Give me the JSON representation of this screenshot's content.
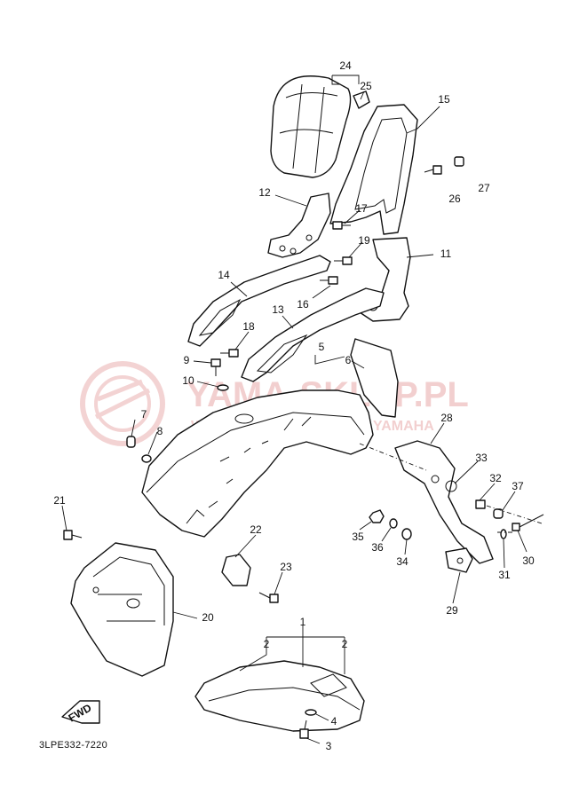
{
  "diagram": {
    "code": "3LPE332-7220",
    "fwd_label": "FWD"
  },
  "watermark": {
    "line1": "YAMA-SKLEP.PL",
    "line2": "WSZYSTKO Z CZ DEALER YAMAHA"
  },
  "callouts": [
    {
      "id": "1",
      "text": "1"
    },
    {
      "id": "2a",
      "text": "2"
    },
    {
      "id": "2b",
      "text": "2"
    },
    {
      "id": "3",
      "text": "3"
    },
    {
      "id": "4",
      "text": "4"
    },
    {
      "id": "5",
      "text": "5"
    },
    {
      "id": "6",
      "text": "6"
    },
    {
      "id": "7",
      "text": "7"
    },
    {
      "id": "8",
      "text": "8"
    },
    {
      "id": "9",
      "text": "9"
    },
    {
      "id": "10",
      "text": "10"
    },
    {
      "id": "11",
      "text": "11"
    },
    {
      "id": "12",
      "text": "12"
    },
    {
      "id": "13",
      "text": "13"
    },
    {
      "id": "14",
      "text": "14"
    },
    {
      "id": "15",
      "text": "15"
    },
    {
      "id": "16",
      "text": "16"
    },
    {
      "id": "17",
      "text": "17"
    },
    {
      "id": "18",
      "text": "18"
    },
    {
      "id": "19",
      "text": "19"
    },
    {
      "id": "20",
      "text": "20"
    },
    {
      "id": "21",
      "text": "21"
    },
    {
      "id": "22",
      "text": "22"
    },
    {
      "id": "23",
      "text": "23"
    },
    {
      "id": "24",
      "text": "24"
    },
    {
      "id": "25",
      "text": "25"
    },
    {
      "id": "26",
      "text": "26"
    },
    {
      "id": "27",
      "text": "27"
    },
    {
      "id": "28",
      "text": "28"
    },
    {
      "id": "29",
      "text": "29"
    },
    {
      "id": "30",
      "text": "30"
    },
    {
      "id": "31",
      "text": "31"
    },
    {
      "id": "32",
      "text": "32"
    },
    {
      "id": "33",
      "text": "33"
    },
    {
      "id": "34",
      "text": "34"
    },
    {
      "id": "35",
      "text": "35"
    },
    {
      "id": "36",
      "text": "36"
    },
    {
      "id": "37",
      "text": "37"
    }
  ]
}
